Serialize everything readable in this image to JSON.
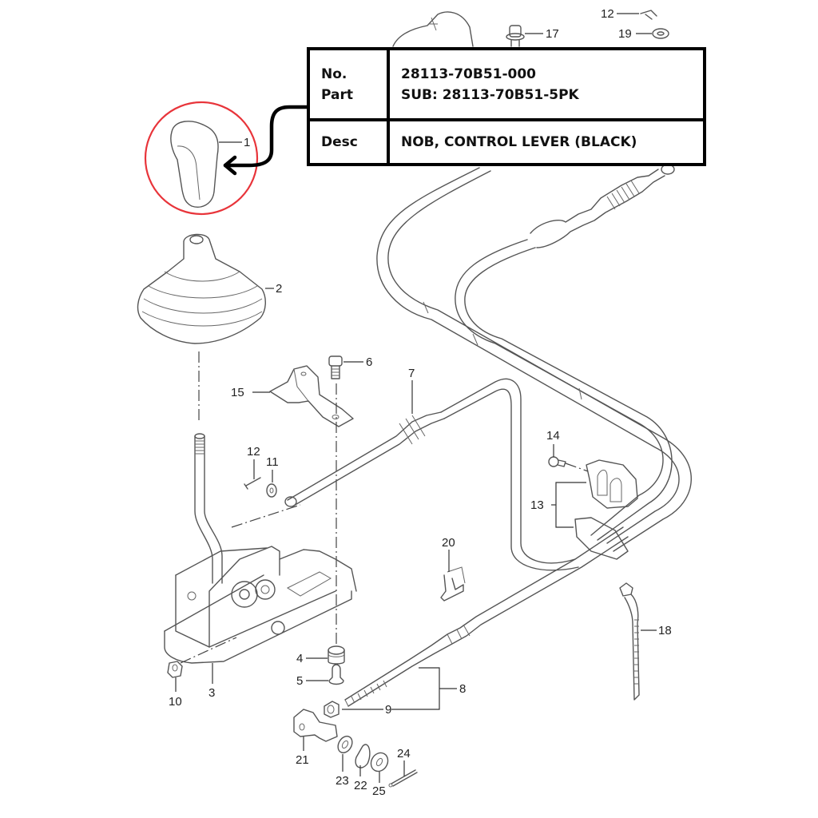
{
  "info_table": {
    "row1_label_line1": "No.",
    "row1_label_line2": "Part",
    "part_number": "28113-70B51-000",
    "substitute": "SUB: 28113-70B51-5PK",
    "row2_label": "Desc",
    "description": "NOB, CONTROL LEVER (BLACK)"
  },
  "highlight_color": "#e8343a",
  "callouts": {
    "c1": "1",
    "c2": "2",
    "c3": "3",
    "c4": "4",
    "c5": "5",
    "c6": "6",
    "c7": "7",
    "c8": "8",
    "c9": "9",
    "c10": "10",
    "c11": "11",
    "c12a": "12",
    "c12b": "12",
    "c13": "13",
    "c14": "14",
    "c15": "15",
    "c17": "17",
    "c18": "18",
    "c19": "19",
    "c20": "20",
    "c21": "21",
    "c22": "22",
    "c23": "23",
    "c24": "24",
    "c25": "25"
  }
}
